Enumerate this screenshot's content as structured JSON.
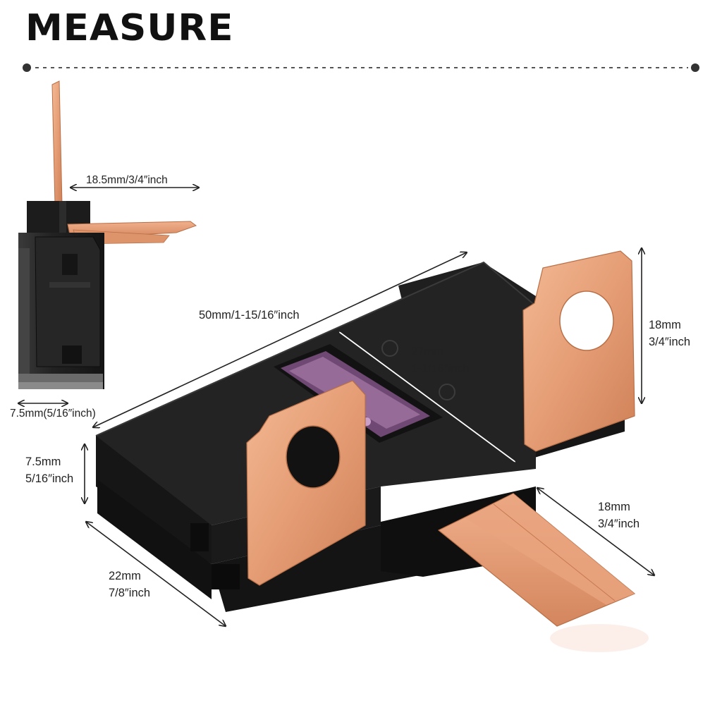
{
  "title": "MEASURE",
  "colors": {
    "copper": "#e7a07a",
    "copper_dark": "#c9774c",
    "body_black": "#1b1b1b",
    "label_text": "#222222"
  },
  "dimensions": {
    "side_width": "18.5mm/3/4″inch",
    "side_depth": "7.5mm(5/16″inch)",
    "length": "50mm/1-15/16″inch",
    "window_line1": "27mm",
    "window_line2": "1-1/16″inch",
    "terminal_height_line1": "18mm",
    "terminal_height_line2": "3/4″inch",
    "thickness_line1": "7.5mm",
    "thickness_line2": "5/16″inch",
    "blade_length_line1": "18mm",
    "blade_length_line2": "3/4″inch",
    "depth_line1": "22mm",
    "depth_line2": "7/8″inch"
  }
}
